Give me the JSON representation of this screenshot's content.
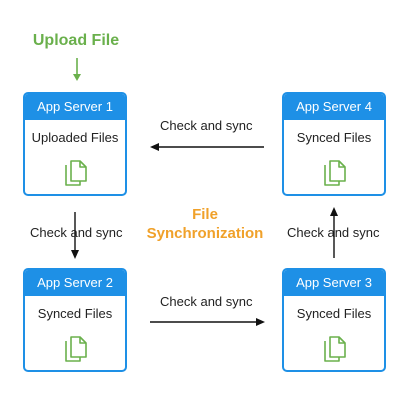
{
  "header": {
    "upload_label": "Upload File"
  },
  "center": {
    "title_line1": "File",
    "title_line2": "Synchronization"
  },
  "servers": [
    {
      "name": "App Server 1",
      "label": "Uploaded Files"
    },
    {
      "name": "App Server 2",
      "label": "Synced Files"
    },
    {
      "name": "App Server 3",
      "label": "Synced Files"
    },
    {
      "name": "App Server 4",
      "label": "Synced Files"
    }
  ],
  "edges": {
    "s4_to_s1": "Check and sync",
    "s1_to_s2": "Check and sync",
    "s2_to_s3": "Check and sync",
    "s3_to_s4": "Check and sync"
  },
  "colors": {
    "server_blue": "#1e90e6",
    "upload_green": "#6ab04c",
    "center_orange": "#f0a12a",
    "icon_green": "#6ab04c"
  },
  "icons": {
    "upload": "arrow-down-icon",
    "files": "files-copy-icon"
  }
}
